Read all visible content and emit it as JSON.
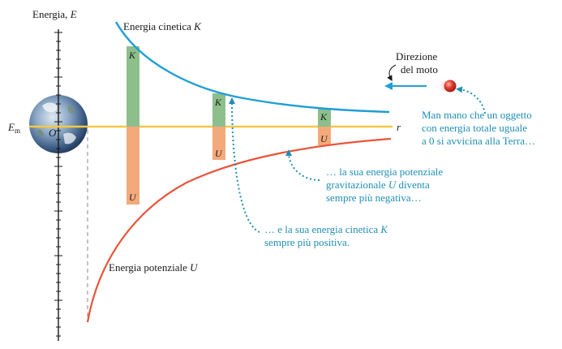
{
  "axes": {
    "y_label_word": "Energia, ",
    "y_label_symbol": "E",
    "r_label": "r",
    "em_main": "E",
    "em_sub": "m",
    "origin_label": "O"
  },
  "curves": {
    "kinetic_label_word": "Energia cinetica ",
    "kinetic_label_symbol": "K",
    "potential_label_word": "Energia potenziale ",
    "potential_label_symbol": "U"
  },
  "bars": [
    {
      "k_label": "K",
      "u_label": "U"
    },
    {
      "k_label": "K",
      "u_label": "U"
    },
    {
      "k_label": "K",
      "u_label": "U"
    }
  ],
  "annotations": {
    "direction_line1": "Direzione",
    "direction_line2": "del moto",
    "note_object": [
      "Man mano che un oggetto",
      "con energia totale uguale",
      "a 0 si avvicina alla Terra…"
    ],
    "note_potential_line1": "… la sua energia potenziale",
    "note_potential_line2_word": "gravitazionale ",
    "note_potential_line2_symbol": "U",
    "note_potential_line2_rest": " diventa",
    "note_potential_line3": "sempre più negativa…",
    "note_kinetic_line1_word": "… e la sua energia cinetica ",
    "note_kinetic_line1_symbol": "K",
    "note_kinetic_line2": "sempre più positiva."
  },
  "colors": {
    "kinetic_curve": "#1e9fd6",
    "potential_curve": "#e8553a",
    "em_line": "#f5c842",
    "kinetic_bar": "#8cbf8c",
    "potential_bar": "#f4a97a",
    "annotation_text": "#1f8fb5",
    "object_ball": "#e23b2b"
  }
}
